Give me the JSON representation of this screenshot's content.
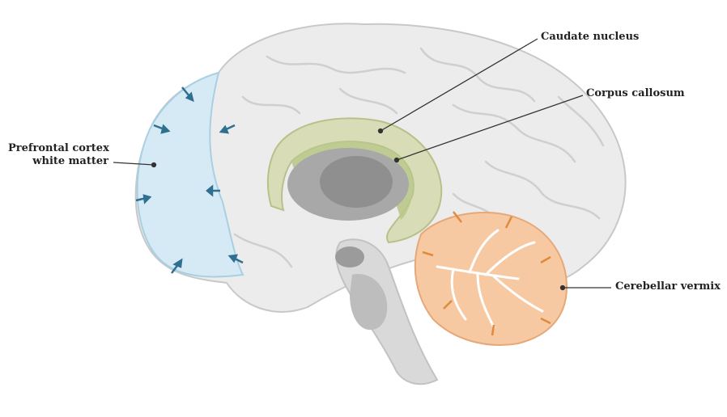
{
  "labels": {
    "caudate_nucleus": "Caudate nucleus",
    "corpus_callosum": "Corpus callosum",
    "prefrontal_line1": "Prefrontal cortex",
    "prefrontal_line2": "white matter",
    "cerebellar_vermix": "Cerebellar vermix"
  },
  "colors": {
    "cortex": "#ececec",
    "cortex_outline": "#c8c8c8",
    "prefrontal": "#d6eaf5",
    "prefrontal_arrow": "#2f6f8f",
    "corpus_callosum": "#d8ddb8",
    "caudate": "#b9c98a",
    "thalamus": "#8f8f8f",
    "brainstem": "#d9d9d9",
    "cerebellum": "#f7c9a2",
    "cerebellum_arrow": "#e08a3c",
    "leader_line": "#333333"
  }
}
